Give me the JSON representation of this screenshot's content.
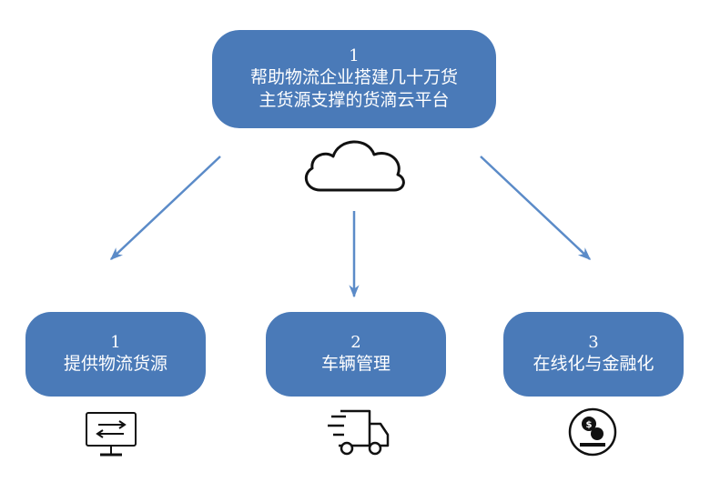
{
  "top": {
    "number": "1",
    "line1": "帮助物流企业搭建几十万货",
    "line2": "主货源支撑的货滴云平台"
  },
  "children": [
    {
      "number": "1",
      "label": "提供物流货源",
      "icon": "monitor-exchange-icon"
    },
    {
      "number": "2",
      "label": "车辆管理",
      "icon": "delivery-truck-icon"
    },
    {
      "number": "3",
      "label": "在线化与金融化",
      "icon": "finance-coin-icon"
    }
  ],
  "cloud_icon": "cloud-icon",
  "colors": {
    "node_fill": "#4a7ab8",
    "arrow": "#5b8bc8",
    "icon_stroke": "#111111"
  }
}
